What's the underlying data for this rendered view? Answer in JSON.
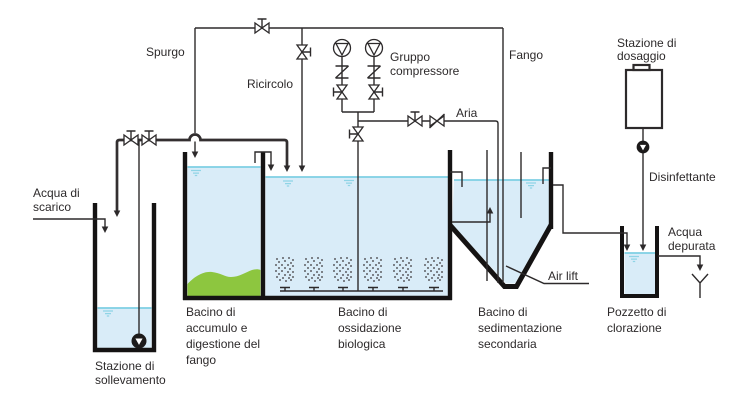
{
  "diagram": {
    "labels": {
      "spurgo": "Spurgo",
      "ricircolo": "Ricircolo",
      "gruppo_compressore": [
        "Gruppo",
        "compressore"
      ],
      "fango": "Fango",
      "aria": "Aria",
      "air_lift": "Air lift",
      "disinfettante": "Disinfettante",
      "acqua_di_scarico": [
        "Acqua di",
        "scarico"
      ],
      "acqua_depurata": [
        "Acqua",
        "depurata"
      ],
      "stazione_sollevamento": [
        "Stazione di",
        "sollevamento"
      ],
      "stazione_dosaggio": [
        "Stazione di",
        "dosaggio"
      ],
      "bacino_accumulo": [
        "Bacino di",
        "accumulo e",
        "digestione del",
        "fango"
      ],
      "bacino_ossidazione": [
        "Bacino di",
        "ossidazione",
        "biologica"
      ],
      "bacino_sedimentazione": [
        "Bacino di",
        "sedimentazione",
        "secondaria"
      ],
      "pozzetto_clorazione": [
        "Pozzetto di",
        "clorazione"
      ]
    },
    "colors": {
      "water": "#d9ecf8",
      "water_surface": "#7ecfe4",
      "sludge": "#8dc63f",
      "line": "#2d2a2b"
    }
  }
}
